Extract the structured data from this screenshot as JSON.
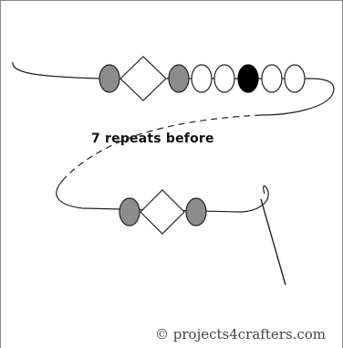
{
  "diagram": {
    "annotation": "7 repeats before",
    "credit": "© projects4crafters.com",
    "colors": {
      "line": "#222222",
      "bead_gray": "#8c8c8c",
      "bead_black": "#000000",
      "bead_clear": "#ffffff",
      "background": "#ffffff"
    },
    "bead_sequence_top": [
      "gray-round",
      "clear-diamond",
      "gray-round",
      "clear-round",
      "clear-round",
      "black-round",
      "clear-round",
      "clear-round"
    ],
    "bead_sequence_bottom": [
      "gray-round",
      "clear-diamond",
      "gray-round"
    ]
  }
}
